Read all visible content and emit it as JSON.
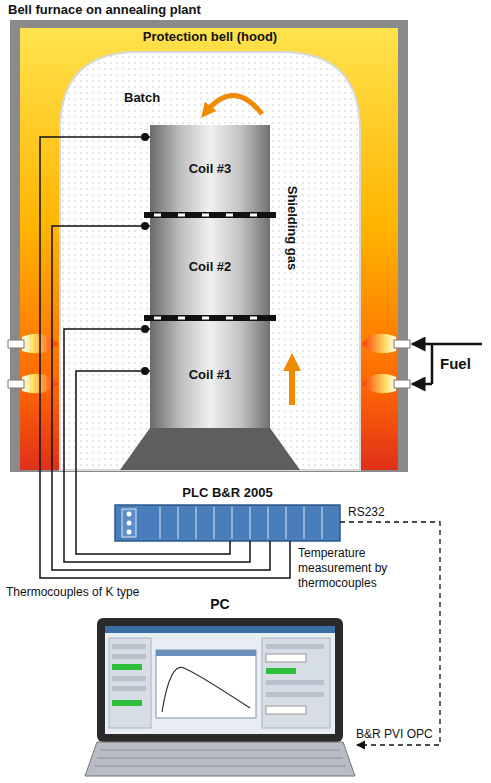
{
  "diagram": {
    "title": "Bell furnace on annealing plant",
    "nodes": [
      {
        "text": [
          "Protection bell (hood)"
        ]
      },
      {
        "text": [
          "Coil #3"
        ],
        "in": 0
      },
      {
        "text": [
          "Coil #2"
        ],
        "in": 0
      },
      {
        "text": [
          "Coil #1"
        ],
        "in": 0
      },
      {
        "text": [
          "PLC B&R 2005"
        ]
      },
      {
        "text": [
          "PC"
        ]
      }
    ],
    "edges": [
      {
        "from": 1,
        "to": 4,
        "arrow": "none"
      },
      {
        "from": 2,
        "to": 4,
        "arrow": "none"
      },
      {
        "from": 3,
        "to": 4,
        "arrow": "none"
      },
      {
        "from": 3,
        "to": 4,
        "arrow": "none"
      },
      {
        "from": 4,
        "to": 5,
        "label": "RS232",
        "arrow": "to"
      }
    ],
    "labels": [
      "Batch",
      "Shielding gas",
      "Fuel",
      "Temperature measurement by thermocouples",
      "Thermocouples of K type",
      "B&R PVI OPC"
    ]
  }
}
